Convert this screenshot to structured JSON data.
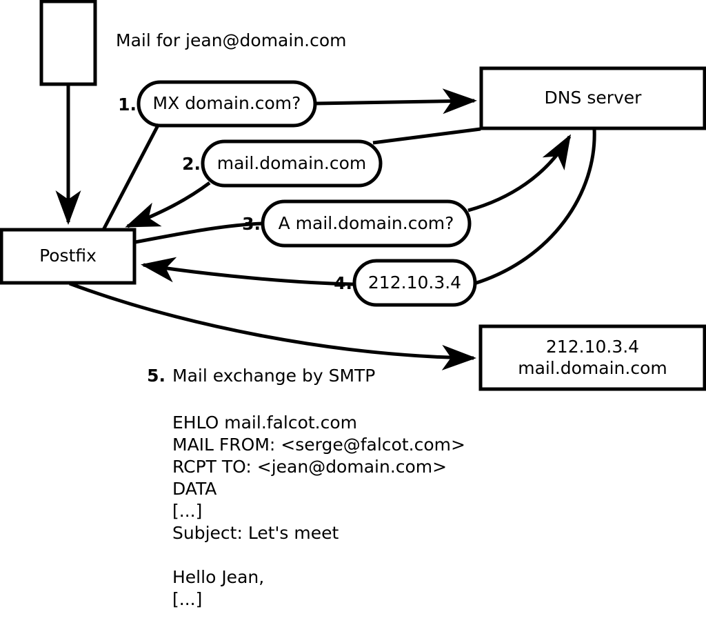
{
  "diagram": {
    "title": "Mail for jean@domain.com",
    "nodes": {
      "sender": {
        "label": ""
      },
      "postfix": {
        "label": "Postfix"
      },
      "dns": {
        "label": "DNS server"
      },
      "target": {
        "line1": "212.10.3.4",
        "line2": "mail.domain.com"
      }
    },
    "steps": [
      {
        "num": "1.",
        "text": "MX domain.com?"
      },
      {
        "num": "2.",
        "text": "mail.domain.com"
      },
      {
        "num": "3.",
        "text": "A mail.domain.com?"
      },
      {
        "num": "4.",
        "text": "212.10.3.4"
      }
    ],
    "step5": {
      "num": "5.",
      "heading": "Mail exchange by SMTP",
      "lines": [
        "EHLO mail.falcot.com",
        "MAIL FROM: <serge@falcot.com>",
        "RCPT TO: <jean@domain.com>",
        "DATA",
        "[...]",
        "Subject: Let's meet",
        "",
        "Hello Jean,",
        "[...]",
        "",
        "."
      ]
    },
    "colors": {
      "stroke": "#000000",
      "fill": "#ffffff",
      "text": "#000000"
    }
  }
}
